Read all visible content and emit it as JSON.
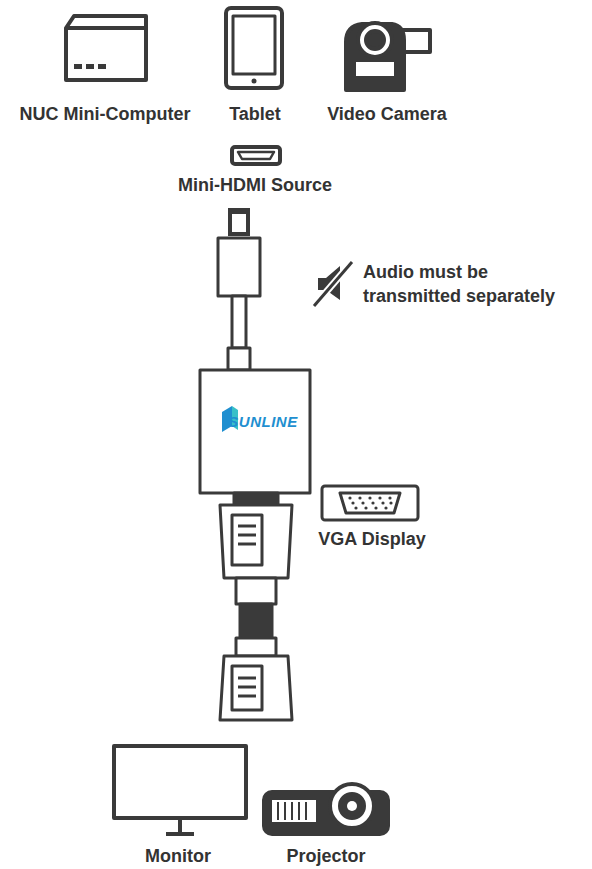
{
  "diagram": {
    "nodes": [
      {
        "text": [
          "SUNLINE"
        ]
      }
    ],
    "labels": [
      "NUC Mini-Computer",
      "Tablet",
      "Video Camera",
      "Mini-HDMI Source",
      "Audio must be transmitted separately",
      "VGA Display",
      "Monitor",
      "Projector"
    ]
  }
}
